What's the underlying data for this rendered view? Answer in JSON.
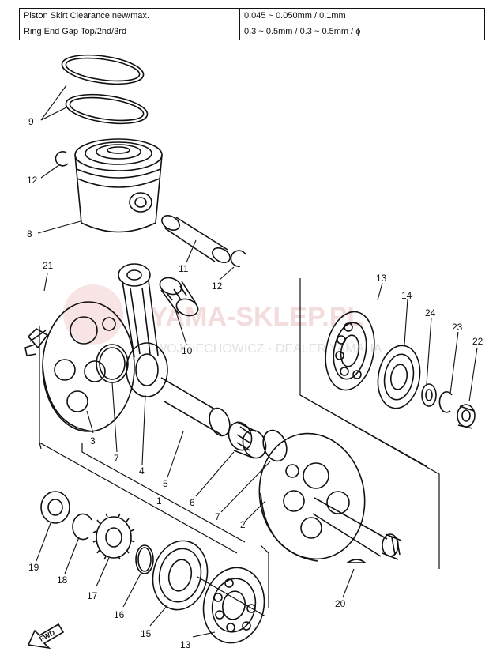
{
  "specs": {
    "rows": [
      {
        "label": "Piston Skirt Clearance new/max.",
        "value": "0.045 ~ 0.050mm / 0.1mm"
      },
      {
        "label": "Ring End Gap Top/2nd/3rd",
        "value": "0.3 ~ 0.5mm / 0.3 ~ 0.5mm / ϕ"
      }
    ]
  },
  "watermark": {
    "title": "YAMA-SKLEP.PL",
    "subtitle": "WOJCIECHOWICZ · DEALER YAMAHA"
  },
  "callouts": {
    "c9": "9",
    "c12a": "12",
    "c8": "8",
    "c11": "11",
    "c12b": "12",
    "c21": "21",
    "c13a": "13",
    "c14": "14",
    "c24": "24",
    "c23": "23",
    "c22": "22",
    "c10": "10",
    "c3": "3",
    "c7a": "7",
    "c4": "4",
    "c5": "5",
    "c1": "1",
    "c6": "6",
    "c7b": "7",
    "c2": "2",
    "c19": "19",
    "c18": "18",
    "c17": "17",
    "c16": "16",
    "c15": "15",
    "c13b": "13",
    "c20": "20"
  },
  "fwd_label": "FWD",
  "colors": {
    "line": "#111111",
    "watermark_red": "#e8a0a0"
  }
}
